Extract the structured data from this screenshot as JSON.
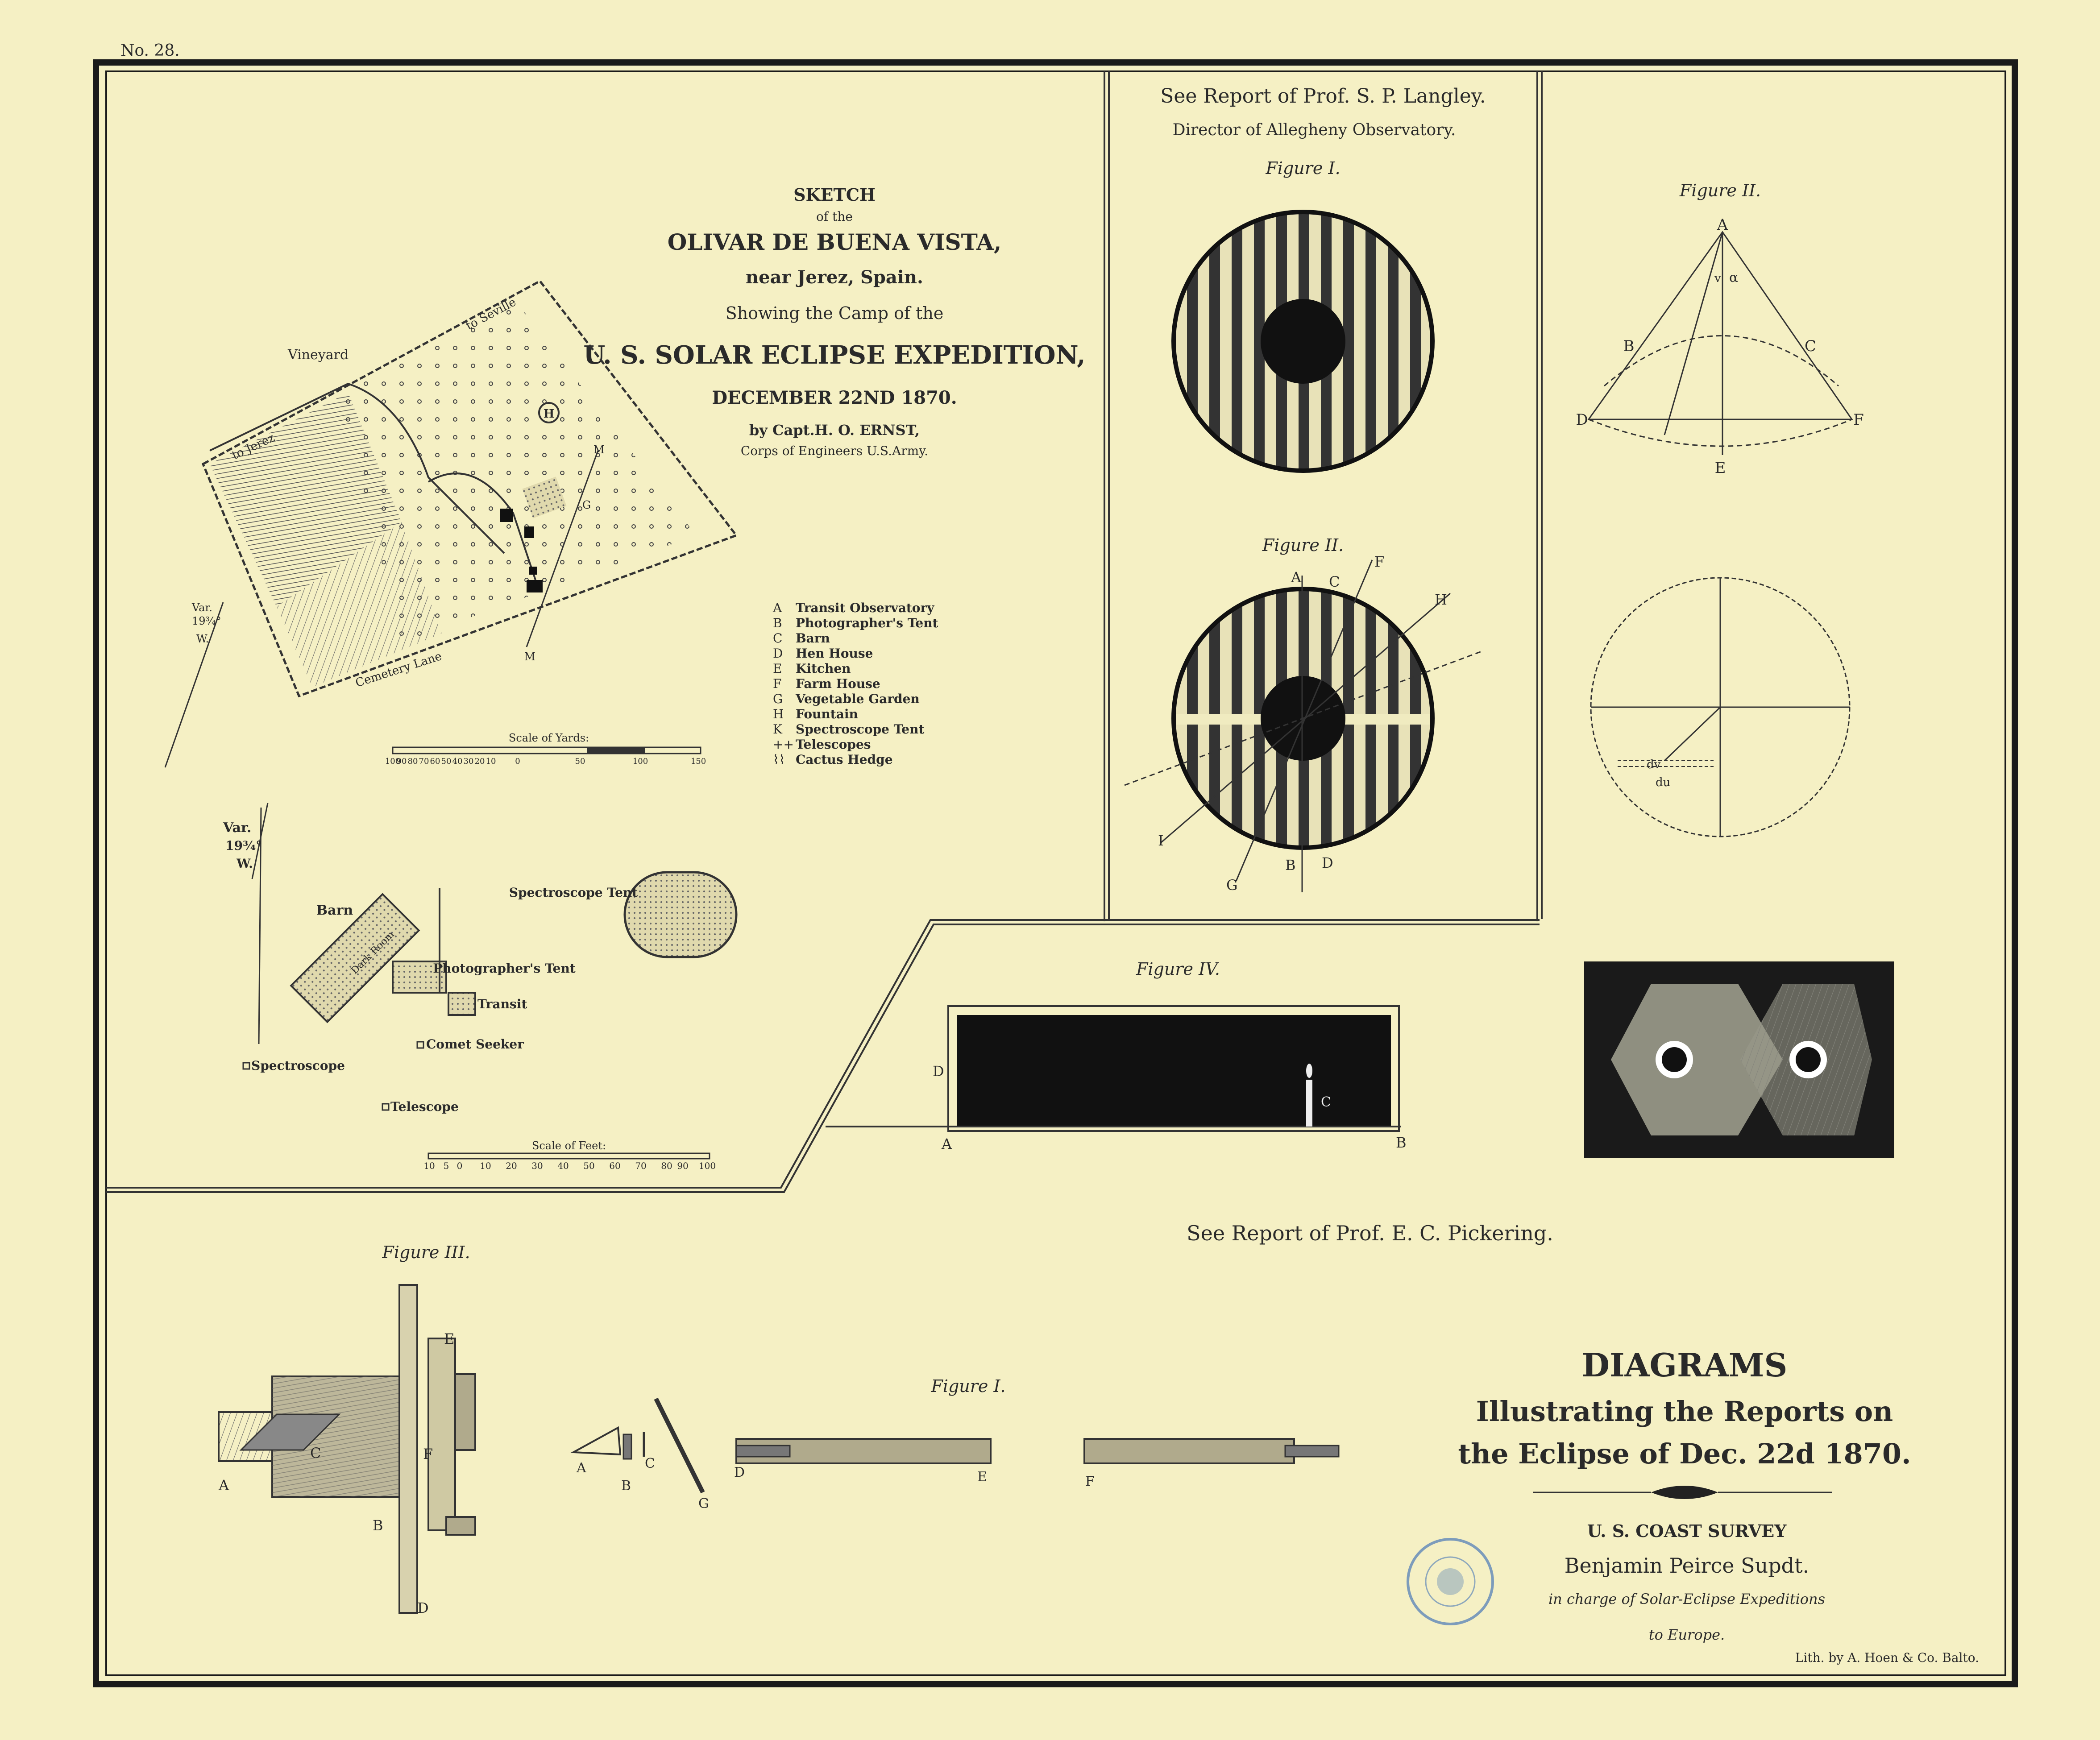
{
  "plate_number": "No. 28.",
  "sketch": {
    "line1": "SKETCH",
    "line2": "of the",
    "line3": "OLIVAR DE BUENA VISTA,",
    "line4": "near Jerez, Spain.",
    "line5": "Showing the Camp of the",
    "line6": "U. S. SOLAR ECLIPSE EXPEDITION,",
    "line7": "DECEMBER 22ND 1870.",
    "line8": "by Capt.H. O. ERNST,",
    "line9": "Corps of Engineers U.S.Army."
  },
  "map_labels": {
    "vineyard": "Vineyard",
    "to_seville": "to Seville",
    "to_jerez": "to Jerez",
    "cemetery_lane": "Cemetery Lane",
    "var": "Var.",
    "var_value": "19¾°",
    "var_w": "W.",
    "m": "M",
    "g": "G",
    "h": "H"
  },
  "legend": [
    {
      "key": "A",
      "text": "Transit Observatory"
    },
    {
      "key": "B",
      "text": "Photographer's Tent"
    },
    {
      "key": "C",
      "text": "Barn"
    },
    {
      "key": "D",
      "text": "Hen House"
    },
    {
      "key": "E",
      "text": "Kitchen"
    },
    {
      "key": "F",
      "text": "Farm House"
    },
    {
      "key": "G",
      "text": "Vegetable Garden"
    },
    {
      "key": "H",
      "text": "Fountain"
    },
    {
      "key": "K",
      "text": "Spectroscope Tent"
    },
    {
      "key": "++",
      "text": "Telescopes"
    },
    {
      "key": "⌇⌇",
      "text": "Cactus Hedge"
    }
  ],
  "scale_yards": {
    "title": "Scale of Yards:",
    "ticks": [
      "100",
      "90",
      "80",
      "70",
      "60",
      "50",
      "40",
      "30",
      "20",
      "10",
      "0",
      "50",
      "100",
      "150"
    ]
  },
  "camp": {
    "barn": "Barn",
    "dark_room": "Dark Room",
    "photographers_tent": "Photographer's Tent",
    "transit": "Transit",
    "spectroscope_tent": "Spectroscope Tent",
    "comet_seeker": "Comet Seeker",
    "spectroscope": "Spectroscope",
    "telescope": "Telescope"
  },
  "scale_feet": {
    "title": "Scale of Feet:",
    "ticks": [
      "10",
      "5",
      "0",
      "10",
      "20",
      "30",
      "40",
      "50",
      "60",
      "70",
      "80",
      "90",
      "100"
    ]
  },
  "langley": {
    "line1": "See Report of Prof. S. P. Langley.",
    "line2": "Director of Allegheny Observatory.",
    "figure1": "Figure I.",
    "figure2": "Figure II.",
    "fig2_letters": [
      "A",
      "C",
      "F",
      "H",
      "I",
      "G",
      "B",
      "D"
    ]
  },
  "right_figure2": {
    "title": "Figure II.",
    "letters": [
      "A",
      "B",
      "C",
      "D",
      "E",
      "F"
    ],
    "dv": "dv",
    "du": "du",
    "v": "v",
    "alpha": "α"
  },
  "pickering": {
    "line": "See Report of Prof. E. C. Pickering.",
    "figure4": "Figure IV.",
    "fig4_letters": [
      "A",
      "B",
      "C",
      "D"
    ],
    "figure3": "Figure III.",
    "fig3_letters": [
      "A",
      "B",
      "C",
      "D",
      "E",
      "F"
    ],
    "figure1": "Figure I.",
    "fig1_letters": [
      "A",
      "B",
      "C",
      "G",
      "D",
      "E",
      "F"
    ]
  },
  "title_block": {
    "title": "DIAGRAMS",
    "subtitle1": "Illustrating the Reports on",
    "subtitle2": "the Eclipse of Dec. 22d 1870.",
    "survey": "U. S. COAST SURVEY",
    "name": "Benjamin Peirce Supdt.",
    "charge1": "in charge of Solar-Eclipse Expeditions",
    "charge2": "to Europe.",
    "lith": "Lith. by A. Hoen & Co. Balto."
  }
}
